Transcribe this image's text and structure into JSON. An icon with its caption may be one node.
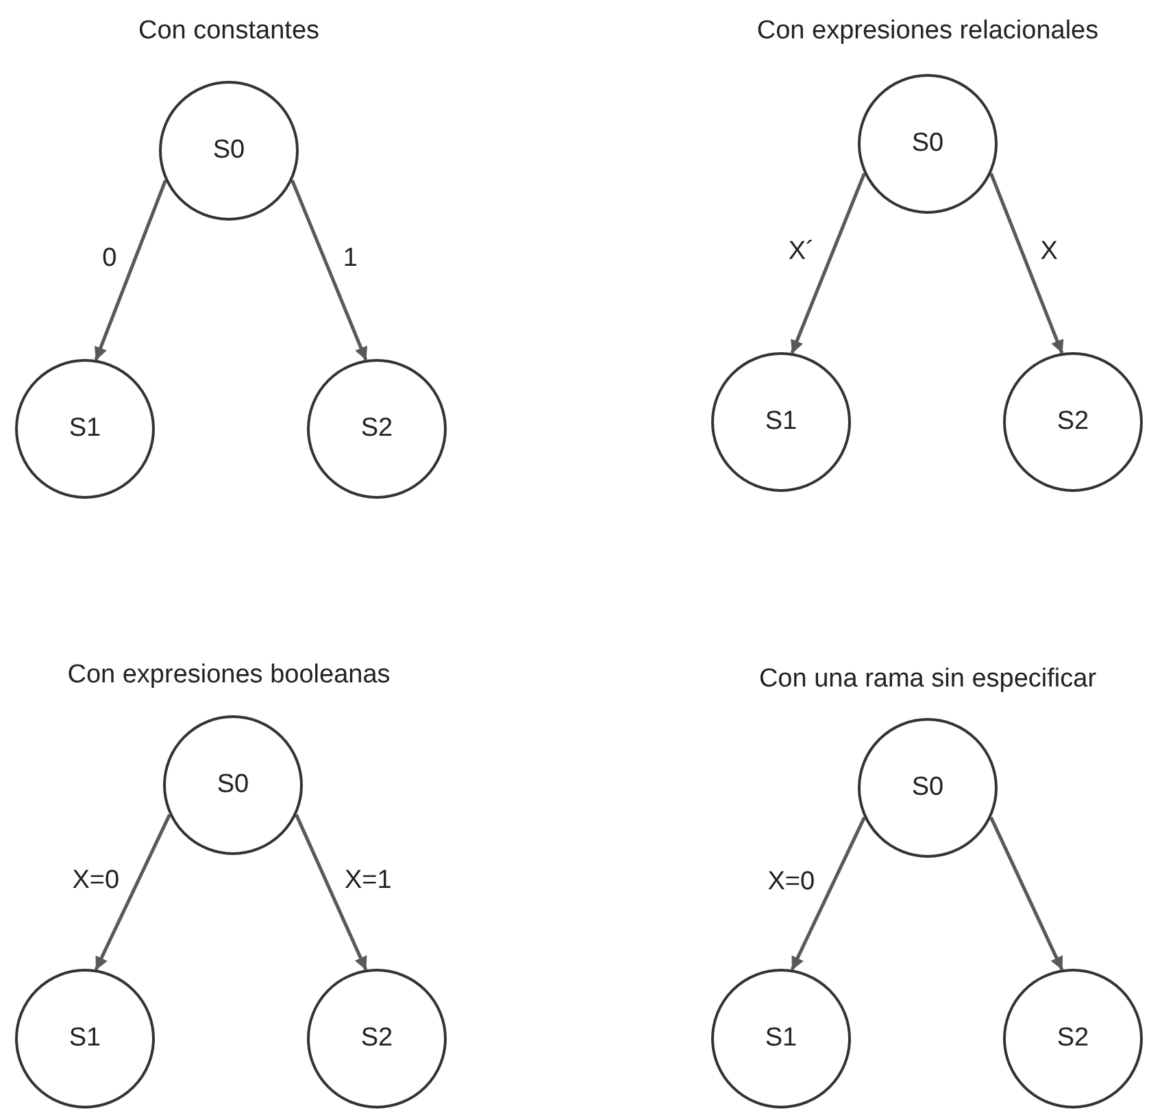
{
  "diagram": {
    "nodes": [
      {
        "text": [
          "S0"
        ]
      },
      {
        "text": [
          "S1"
        ]
      },
      {
        "text": [
          "S2"
        ]
      },
      {
        "text": [
          "S0"
        ]
      },
      {
        "text": [
          "S1"
        ]
      },
      {
        "text": [
          "S2"
        ]
      },
      {
        "text": [
          "S0"
        ]
      },
      {
        "text": [
          "S1"
        ]
      },
      {
        "text": [
          "S2"
        ]
      },
      {
        "text": [
          "S0"
        ]
      },
      {
        "text": [
          "S1"
        ]
      },
      {
        "text": [
          "S2"
        ]
      }
    ],
    "edges": [
      {
        "from": 0,
        "to": 1,
        "arrow": "to",
        "label": "0"
      },
      {
        "from": 0,
        "to": 2,
        "arrow": "to",
        "label": "1"
      },
      {
        "from": 3,
        "to": 4,
        "arrow": "to",
        "label": "X´"
      },
      {
        "from": 3,
        "to": 5,
        "arrow": "to",
        "label": "X"
      },
      {
        "from": 6,
        "to": 7,
        "arrow": "to",
        "label": "X=0"
      },
      {
        "from": 6,
        "to": 8,
        "arrow": "to",
        "label": "X=1"
      },
      {
        "from": 9,
        "to": 10,
        "arrow": "to",
        "label": "X=0"
      },
      {
        "from": 9,
        "to": 11,
        "arrow": "to"
      }
    ],
    "labels": [
      "Con constantes",
      "Con expresiones relacionales",
      "Con expresiones booleanas",
      "Con una rama sin especificar"
    ]
  }
}
